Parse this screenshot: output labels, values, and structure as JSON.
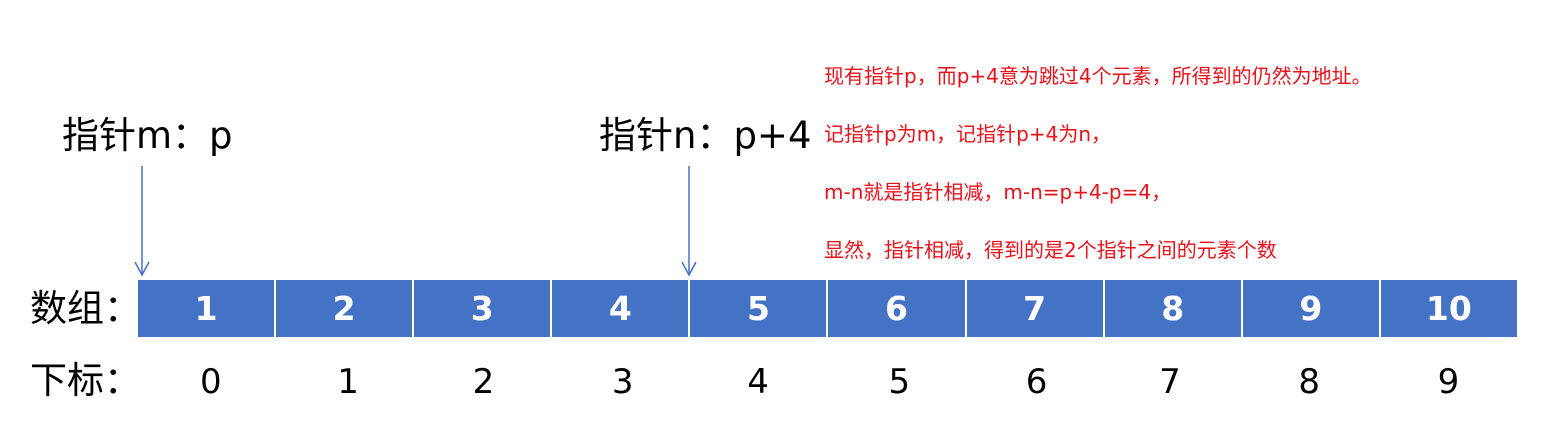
{
  "pointers": {
    "m_label": "指针m：p",
    "n_label": "指针n：p+4"
  },
  "notes": [
    "现有指针p，而p+4意为跳过4个元素，所得到的仍然为地址。",
    "记指针p为m，记指针p+4为n，",
    "m-n就是指针相减，m-n=p+4-p=4，",
    "显然，指针相减，得到的是2个指针之间的元素个数"
  ],
  "array_label": "数组：",
  "index_label": "下标：",
  "array_values": [
    "1",
    "2",
    "3",
    "4",
    "5",
    "6",
    "7",
    "8",
    "9",
    "10"
  ],
  "index_values": [
    "0",
    "1",
    "2",
    "3",
    "4",
    "5",
    "6",
    "7",
    "8",
    "9"
  ],
  "colors": {
    "cell_fill": "#4472c4",
    "cell_text": "#ffffff",
    "arrow": "#4472c4",
    "note_text": "#e8111a"
  }
}
